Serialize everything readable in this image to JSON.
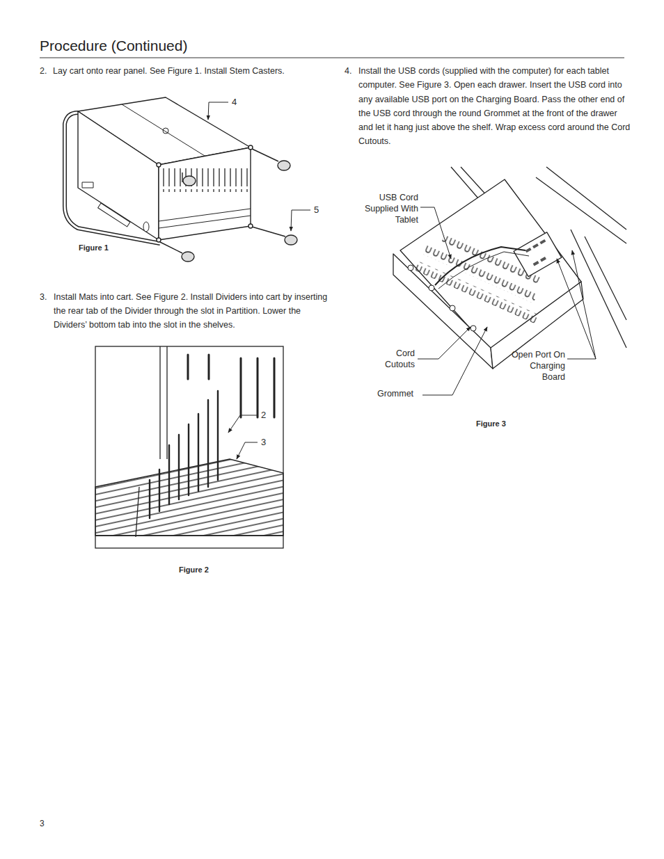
{
  "diagram": {
    "title": "Procedure (Continued)",
    "labels": [
      "2.",
      "Lay cart onto rear panel. See Figure 1. Install Stem Casters.",
      "4",
      "5",
      "Figure 1",
      "3.",
      "Install Mats into cart. See Figure 2. Install Dividers into cart by inserting the rear tab of the Divider through the slot in Partition. Lower the Dividers’ bottom tab into the slot in the shelves.",
      "2",
      "3",
      "Figure 2",
      "4.",
      "Install the USB cords (supplied with the computer) for each tablet computer. See Figure 3. Open each drawer. Insert the USB cord into any available USB port on the Charging Board. Pass the other end of the USB cord through the round Grommet at the front of the drawer and let it hang just above the shelf. Wrap excess cord around the Cord Cutouts.",
      "USB Cord Supplied With Tablet",
      "Cord Cutouts",
      "Grommet",
      "Open Port On Charging Board",
      "Figure 3",
      "3"
    ]
  }
}
